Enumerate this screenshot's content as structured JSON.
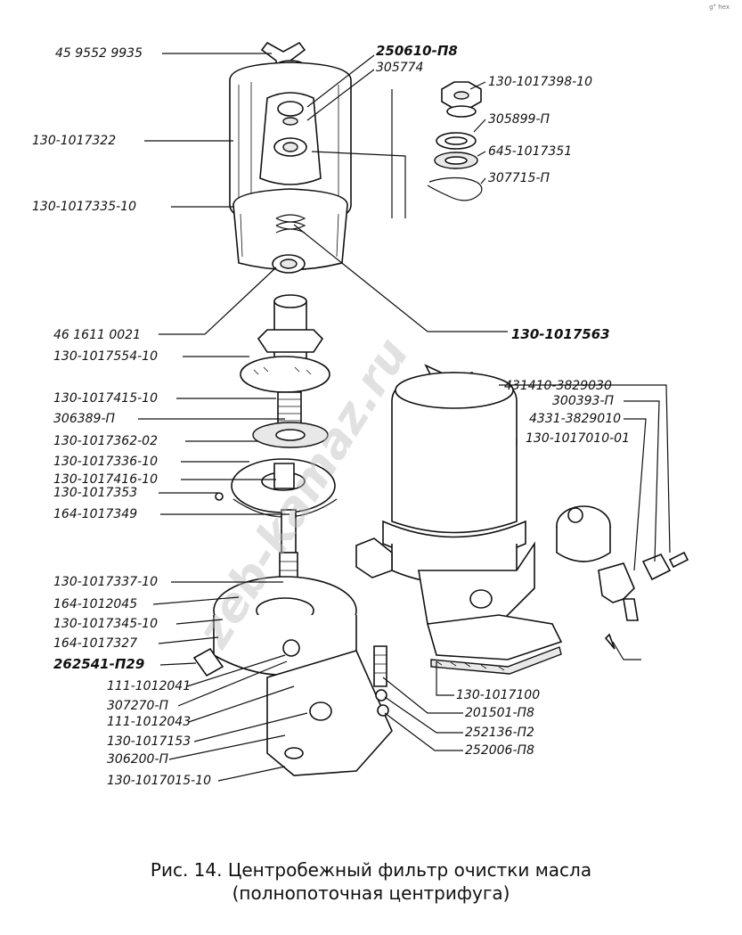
{
  "figure": {
    "caption_line1": "Рис. 14. Центробежный фильтр очистки масла",
    "caption_line2": "(полнопоточная центрифуга)",
    "watermark": "zeb-kamaz.ru",
    "corner_mark": "g° hex"
  },
  "labels": {
    "l01": "45 9552 9935",
    "l02": "250610-П8",
    "l03": "305774",
    "l04": "130-1017398-10",
    "l05": "130-1017322",
    "l06": "305899-П",
    "l07": "645-1017351",
    "l08": "307715-П",
    "l09": "130-1017335-10",
    "l10": "46 1611 0021",
    "l11": "130-1017563",
    "l12": "130-1017554-10",
    "l13": "431410-3829030",
    "l14": "130-1017415-10",
    "l15": "300393-П",
    "l16": "306389-П",
    "l17": "4331-3829010",
    "l18": "130-1017010-01",
    "l19": "130-1017362-02",
    "l20": "130-1017336-10",
    "l21": "130-1017416-10",
    "l22": "130-1017353",
    "l23": "164-1017349",
    "l24": "130-1017337-10",
    "l25": "164-1012045",
    "l26": "130-1017345-10",
    "l27": "164-1017327",
    "l28": "262541-П29",
    "l29": "111-1012041",
    "l30": "307270-П",
    "l31": "111-1012043",
    "l32": "130-1017153",
    "l33": "306200-П",
    "l34": "130-1017015-10",
    "l35": "130-1017100",
    "l36": "201501-П8",
    "l37": "252136-П2",
    "l38": "252006-П8"
  }
}
